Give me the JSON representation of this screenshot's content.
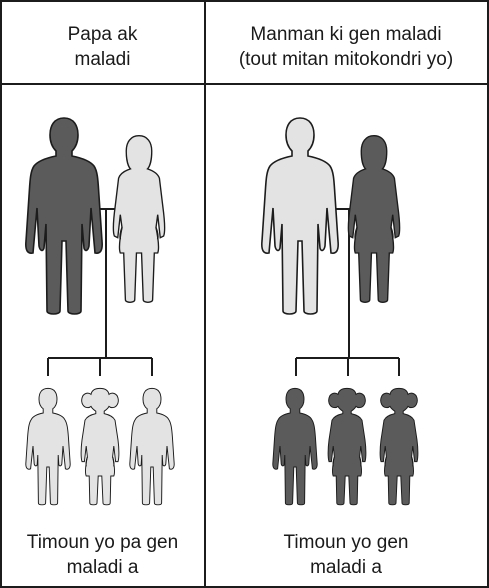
{
  "headers": {
    "left": {
      "line1": "Papa ak",
      "line2": "maladi"
    },
    "right": {
      "line1": "Manman ki gen maladi",
      "line2": "(tout mitan mitokondri yo)"
    }
  },
  "footers": {
    "left": {
      "line1": "Timoun yo pa gen",
      "line2": "maladi a"
    },
    "right": {
      "line1": "Timoun yo gen",
      "line2": "maladi a"
    }
  },
  "colors": {
    "affected": "#5b5b5b",
    "unaffected": "#e3e3e3",
    "outline": "#1c1c1c",
    "line": "#1c1c1c"
  },
  "left_family": {
    "father": "affected",
    "mother": "unaffected",
    "children": [
      "boy-unaffected",
      "girl-unaffected",
      "boy-unaffected"
    ]
  },
  "right_family": {
    "father": "unaffected",
    "mother": "affected",
    "children": [
      "boy-affected",
      "girl-affected",
      "girl-affected"
    ]
  }
}
